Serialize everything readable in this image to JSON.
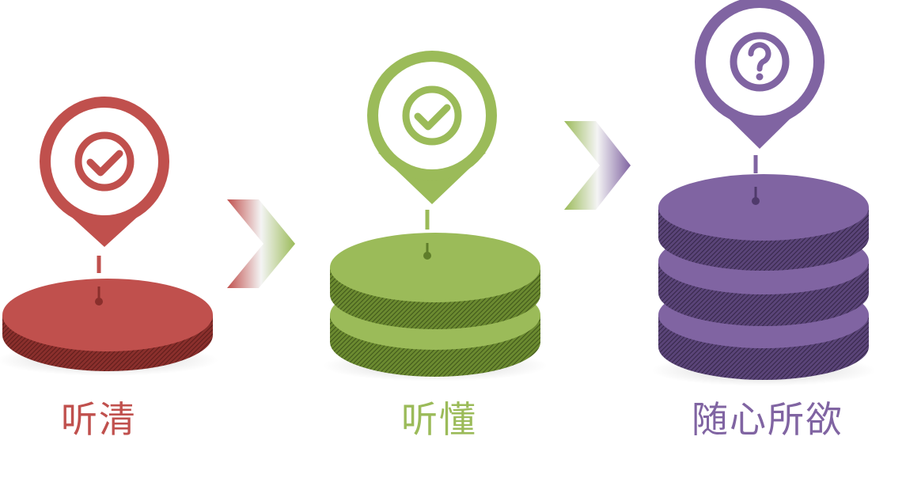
{
  "colors": {
    "red": "#c0504d",
    "red_dark": "#8a2f2c",
    "green": "#9bbb59",
    "green_dark": "#5f7d2a",
    "purple": "#8064a2",
    "purple_dark": "#4f3a6b"
  },
  "stages": [
    {
      "label": "听清",
      "layers": 1,
      "icon": "check-icon",
      "color": "#c0504d"
    },
    {
      "label": "听懂",
      "layers": 2,
      "icon": "check-icon",
      "color": "#9bbb59"
    },
    {
      "label": "随心所欲",
      "layers": 3,
      "icon": "question-icon",
      "color": "#8064a2"
    }
  ],
  "arrows": [
    {
      "from": "#c0504d",
      "to": "#9bbb59",
      "icon": "chevron-right-icon"
    },
    {
      "from": "#9bbb59",
      "to": "#8064a2",
      "icon": "chevron-right-icon"
    }
  ]
}
